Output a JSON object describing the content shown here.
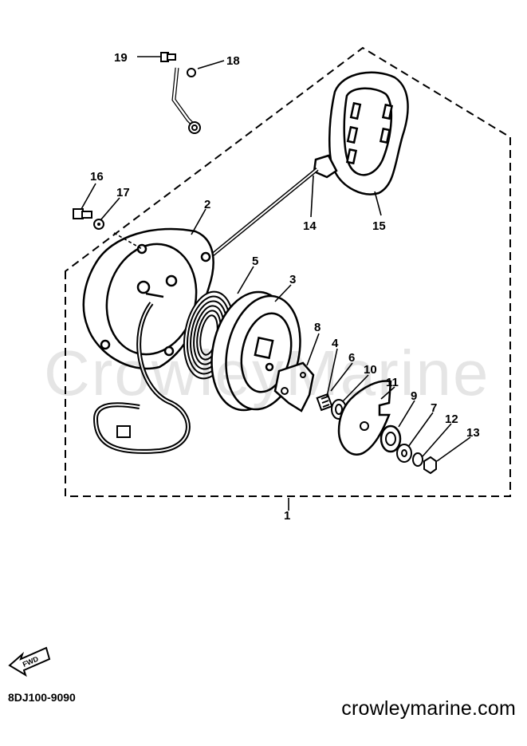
{
  "diagram": {
    "callouts": [
      "1",
      "2",
      "3",
      "4",
      "5",
      "6",
      "7",
      "8",
      "9",
      "10",
      "11",
      "12",
      "13",
      "14",
      "15",
      "16",
      "17",
      "18",
      "19"
    ],
    "direction_badge": "FWD",
    "part_code": "8DJ100-9090",
    "watermark": "CrowleyMarine",
    "website": "crowleymarine.com"
  },
  "colors": {
    "ink": "#000000",
    "background": "#ffffff"
  }
}
